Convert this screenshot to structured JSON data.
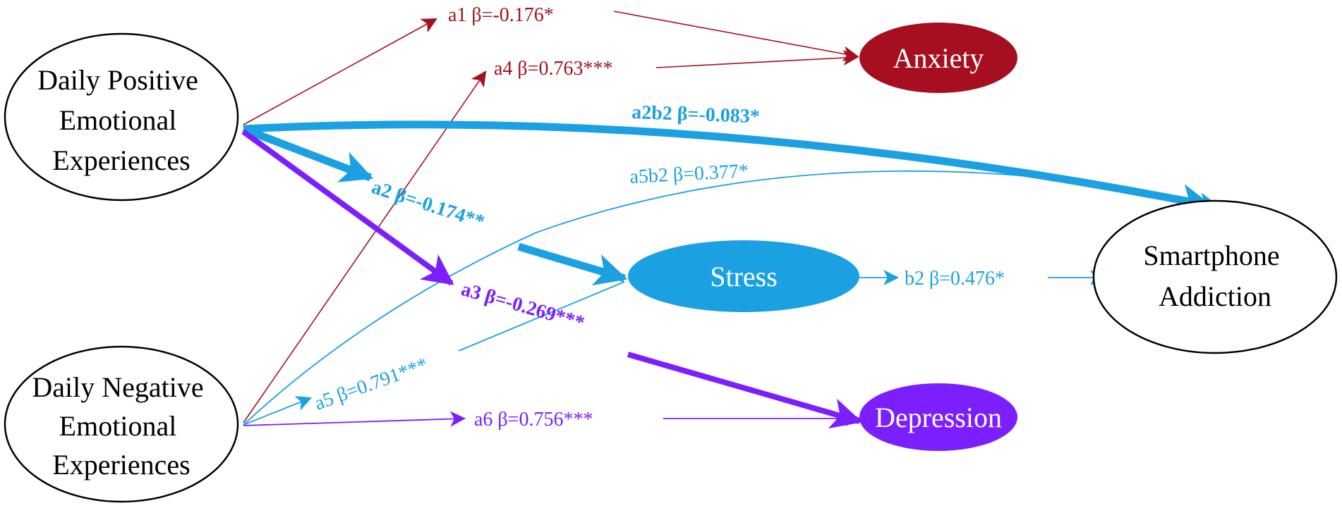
{
  "colors": {
    "red": "#a50f1f",
    "blue": "#1ba1e2",
    "purple": "#7b1fff",
    "black": "#000000",
    "white": "#ffffff"
  },
  "nodes": {
    "daily_positive": {
      "lines": [
        "Daily Positive",
        "Emotional",
        "Experiences"
      ]
    },
    "daily_negative": {
      "lines": [
        "Daily Negative",
        "Emotional",
        "Experiences"
      ]
    },
    "anxiety": {
      "label": "Anxiety"
    },
    "stress": {
      "label": "Stress"
    },
    "depression": {
      "label": "Depression"
    },
    "smartphone_addiction": {
      "lines": [
        "Smartphone",
        "Addiction"
      ]
    }
  },
  "paths": {
    "a1": {
      "label": "a1 β=-0.176*"
    },
    "a4": {
      "label": "a4 β=0.763***"
    },
    "a2b2": {
      "label": "a2b2 β=-0.083*"
    },
    "a5b2": {
      "label": "a5b2 β=0.377*"
    },
    "a2": {
      "label": "a2 β=-0.174**"
    },
    "a3": {
      "label": "a3 β=-0.269***"
    },
    "b2": {
      "label": "b2 β=0.476*"
    },
    "a5": {
      "label": "a5 β=0.791***"
    },
    "a6": {
      "label": "a6 β=0.756***"
    }
  }
}
